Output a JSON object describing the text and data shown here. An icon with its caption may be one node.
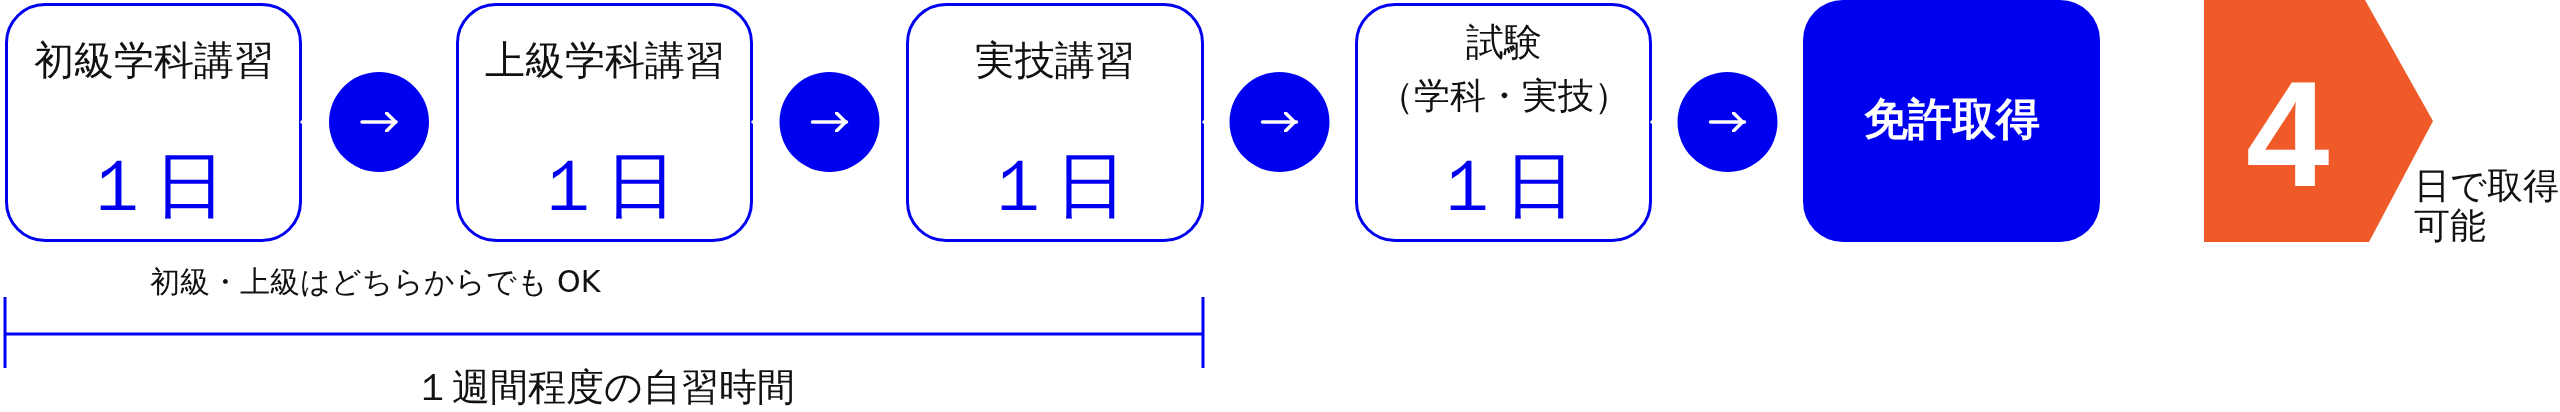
{
  "diagram": {
    "nodes": [
      {
        "text": [
          "初級学科講習",
          "１日"
        ]
      },
      {
        "text": [
          "上級学科講習",
          "１日"
        ]
      },
      {
        "text": [
          "実技講習",
          "１日"
        ]
      },
      {
        "text": [
          "試験",
          "（学科・実技）",
          "１日"
        ]
      },
      {
        "text": [
          "免許取得"
        ]
      },
      {
        "text": [
          "4"
        ],
        "beside": [
          "日で取得可能"
        ]
      }
    ],
    "edges": [
      {
        "from": 0,
        "to": 1,
        "arrow": "to"
      },
      {
        "from": 1,
        "to": 2,
        "arrow": "to"
      },
      {
        "from": 2,
        "to": 3,
        "arrow": "to"
      },
      {
        "from": 3,
        "to": 4,
        "arrow": "to"
      }
    ],
    "labels": [
      "初級・上級はどちらからでも OK",
      "１週間程度の自習時間"
    ]
  }
}
